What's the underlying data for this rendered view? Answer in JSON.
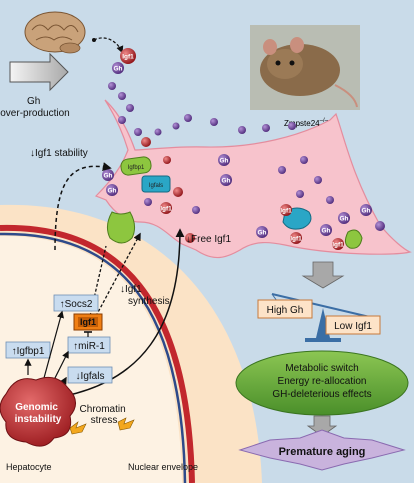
{
  "inputs": {
    "gh_overproduction": "Gh\nover-production"
  },
  "mouse": {
    "label": "Zmpste24",
    "superscript": "–/–"
  },
  "arrows": {
    "igf1_stability": "Igf1 stability",
    "free_igf1": "Free Igf1",
    "igf1_synthesis": "Igf1\nsynthesis"
  },
  "hepatocyte": {
    "igfbp1": "Igfbp1",
    "socs2": "Socs2",
    "igf1_gene": "Igf1",
    "mir1": "miR-1",
    "igfals": "Igfals",
    "genomic_instability": "Genomic\ninstability",
    "chromatin_stress": "Chromatin\nstress",
    "cell_label": "Hepatocyte",
    "nuclear_envelope": "Nuclear envelope"
  },
  "complex_labels": {
    "igfbp1": "Igfbp1",
    "igfals": "Igfals"
  },
  "molecules": {
    "gh": "Gh",
    "igf1": "Igf1"
  },
  "balance": {
    "left": "High Gh",
    "right": "Low Igf1"
  },
  "outcome": {
    "lines": [
      "Metabolic switch",
      "Energy re-allocation",
      "GH-deleterious effects"
    ],
    "final": "Premature aging"
  },
  "colors": {
    "background": "#c9dbe9",
    "vessel": "#f7c3cc",
    "gh": "#7b4fa6",
    "igf1": "#c9252d",
    "igfbp1": "#8dc63f",
    "igfals": "#2aa6c6",
    "hepatocyte": "#fbe3c6",
    "nucleus_band": "#c2272d",
    "box": "#c9dcef",
    "outcome": "#63a53a",
    "balance_box": "#fde3c8"
  }
}
